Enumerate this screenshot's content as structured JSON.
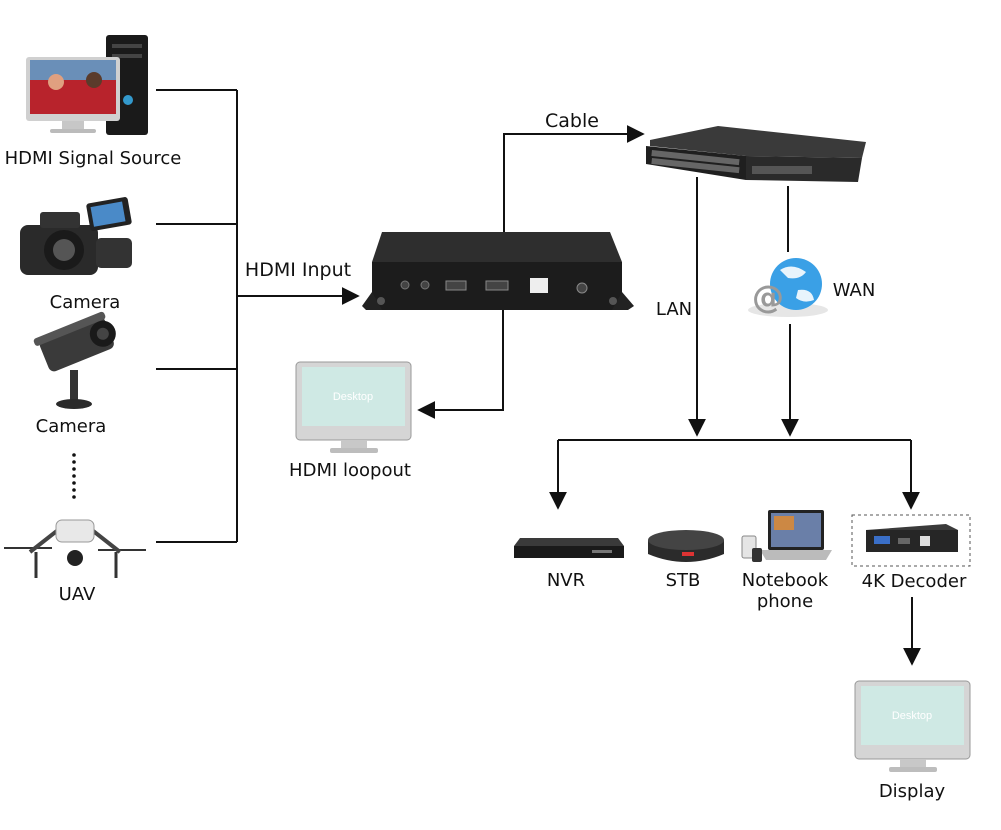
{
  "labels": {
    "hdmi_signal_source": "HDMI Signal Source",
    "camera1": "Camera",
    "camera2": "Camera",
    "uav": "UAV",
    "hdmi_input": "HDMI Input",
    "cable": "Cable",
    "hdmi_loopout": "HDMI loopout",
    "lan": "LAN",
    "wan": "WAN",
    "nvr": "NVR",
    "stb": "STB",
    "notebook_line1": "Notebook",
    "notebook_line2": "phone",
    "decoder_4k": "4K Decoder",
    "display": "Display",
    "monitor_screen_text": "Desktop"
  },
  "colors": {
    "line": "#111111",
    "screen": "#cfe9e4",
    "device_dark": "#2b2b2b",
    "globe_blue": "#3aa0e6"
  }
}
